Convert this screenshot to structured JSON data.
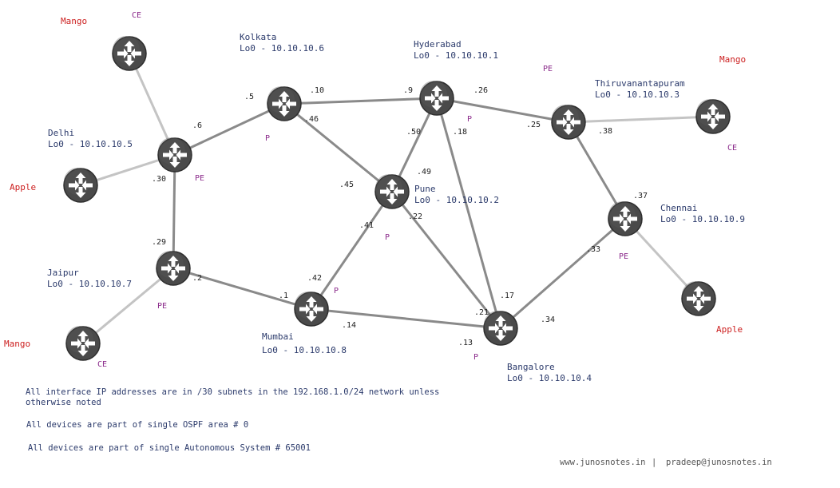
{
  "routers": [
    {
      "id": "r-kolkata",
      "name": "Kolkata",
      "loopback": "Lo0 - 10.10.10.6",
      "role": "P",
      "core": true
    },
    {
      "id": "r-hyderabad",
      "name": "Hyderabad",
      "loopback": "Lo0 - 10.10.10.1",
      "role": "P",
      "core": true
    },
    {
      "id": "r-thiruvananthapuram",
      "name": "Thiruvanantapuram",
      "loopback": "Lo0 - 10.10.10.3",
      "role": "PE",
      "core": true
    },
    {
      "id": "r-delhi",
      "name": "Delhi",
      "loopback": "Lo0 - 10.10.10.5",
      "role": "PE",
      "core": true
    },
    {
      "id": "r-pune",
      "name": "Pune",
      "loopback": "Lo0 - 10.10.10.2",
      "role": "P",
      "core": true
    },
    {
      "id": "r-chennai",
      "name": "Chennai",
      "loopback": "Lo0 - 10.10.10.9",
      "role": "PE",
      "core": true
    },
    {
      "id": "r-jaipur",
      "name": "Jaipur",
      "loopback": "Lo0 - 10.10.10.7",
      "role": "PE",
      "core": true
    },
    {
      "id": "r-mumbai",
      "name": "Mumbai",
      "loopback": "Lo0 - 10.10.10.8",
      "role": "P",
      "core": true
    },
    {
      "id": "r-bangalore",
      "name": "Bangalore",
      "loopback": "Lo0 - 10.10.10.4",
      "role": "P",
      "core": true
    },
    {
      "id": "ce-delhi-mango",
      "customer": "Mango",
      "role": "CE",
      "core": false
    },
    {
      "id": "ce-delhi-apple",
      "customer": "Apple",
      "core": false
    },
    {
      "id": "ce-thiru-mango",
      "customer": "Mango",
      "role": "CE",
      "core": false
    },
    {
      "id": "ce-jaipur-mango",
      "customer": "Mango",
      "role": "CE",
      "core": false
    },
    {
      "id": "ce-chennai-apple",
      "customer": "Apple",
      "core": false
    }
  ],
  "links": [
    {
      "a": "r-delhi",
      "b": "r-kolkata",
      "a_ip": ".6",
      "b_ip": ".5",
      "type": "core"
    },
    {
      "a": "r-kolkata",
      "b": "r-hyderabad",
      "a_ip": ".10",
      "b_ip": ".9",
      "type": "core"
    },
    {
      "a": "r-hyderabad",
      "b": "r-thiruvananthapuram",
      "a_ip": ".26",
      "b_ip": ".25",
      "type": "core"
    },
    {
      "a": "r-thiruvananthapuram",
      "b": "r-chennai",
      "a_ip": ".38",
      "b_ip": ".37",
      "type": "core"
    },
    {
      "a": "r-kolkata",
      "b": "r-pune",
      "a_ip": ".46",
      "b_ip": ".45",
      "type": "core"
    },
    {
      "a": "r-hyderabad",
      "b": "r-pune",
      "a_ip": ".50",
      "b_ip": ".49",
      "type": "core"
    },
    {
      "a": "r-hyderabad",
      "b": "r-bangalore",
      "a_ip": ".18",
      "b_ip": ".17",
      "type": "core"
    },
    {
      "a": "r-pune",
      "b": "r-mumbai",
      "a_ip": ".41",
      "b_ip": ".42",
      "type": "core"
    },
    {
      "a": "r-pune",
      "b": "r-bangalore",
      "a_ip": ".22",
      "b_ip": ".21",
      "type": "core"
    },
    {
      "a": "r-delhi",
      "b": "r-jaipur",
      "a_ip": ".30",
      "b_ip": ".29",
      "type": "core"
    },
    {
      "a": "r-jaipur",
      "b": "r-mumbai",
      "a_ip": ".2",
      "b_ip": ".1",
      "type": "core"
    },
    {
      "a": "r-mumbai",
      "b": "r-bangalore",
      "a_ip": ".14",
      "b_ip": ".13",
      "type": "core"
    },
    {
      "a": "r-bangalore",
      "b": "r-chennai",
      "a_ip": ".34",
      "b_ip": ".33",
      "type": "core"
    },
    {
      "a": "r-delhi",
      "b": "ce-delhi-mango",
      "type": "access"
    },
    {
      "a": "r-delhi",
      "b": "ce-delhi-apple",
      "type": "access"
    },
    {
      "a": "r-thiruvananthapuram",
      "b": "ce-thiru-mango",
      "type": "access"
    },
    {
      "a": "r-jaipur",
      "b": "ce-jaipur-mango",
      "type": "access"
    },
    {
      "a": "r-chennai",
      "b": "ce-chennai-apple",
      "type": "access"
    }
  ],
  "notes": {
    "subnets": "All interface IP addresses are in /30 subnets in the 192.168.1.0/24 network unless\notherwise noted",
    "ospf": "All devices are part of single OSPF area # 0",
    "as": "All devices are part of single Autonomous System # 65001"
  },
  "footer": {
    "site": "www.junosnotes.in",
    "separator": "|",
    "email": "pradeep@junosnotes.in"
  },
  "colors": {
    "router_fill": "#4a4a4a",
    "core_link": "#8a8a8a",
    "access_link": "#c4c4c4",
    "label": "#2b3a6b",
    "role": "#8b2a8b",
    "customer": "#cc1f1f"
  }
}
